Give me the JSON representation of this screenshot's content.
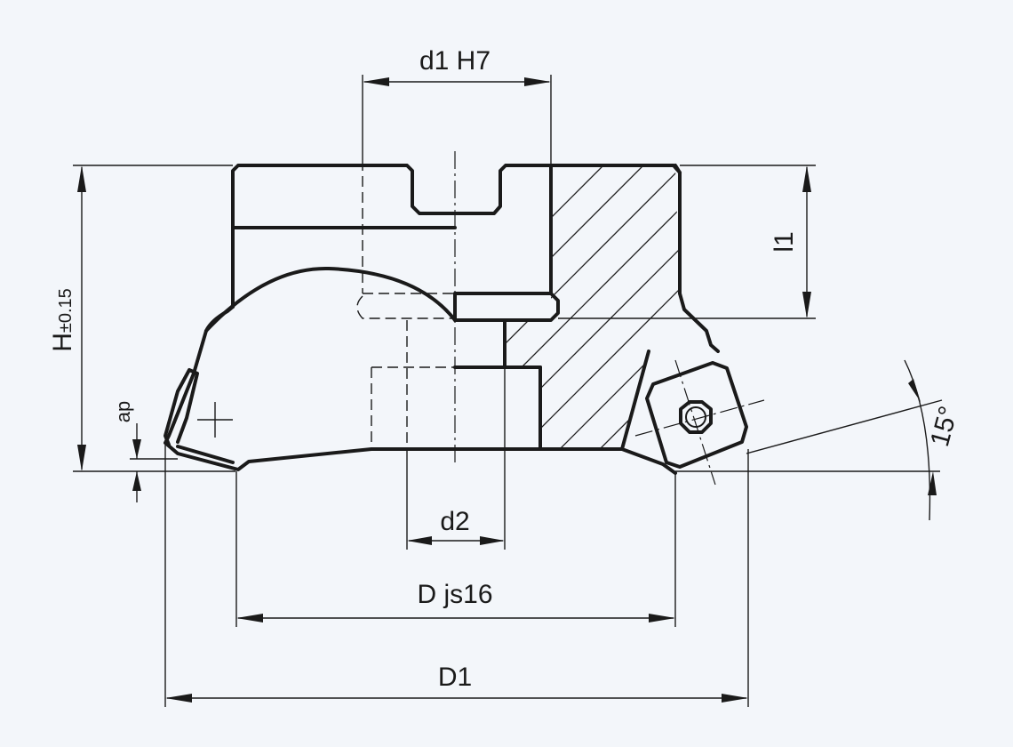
{
  "dimensions": {
    "bore": "d1 H7",
    "height_symbol": "H",
    "height_tol": "±0.15",
    "keyway_depth": "l1",
    "depth_of_cut": "ap",
    "counterbore": "d2",
    "diameter": "D js16",
    "outer_diameter": "D1",
    "angle": "15°"
  }
}
